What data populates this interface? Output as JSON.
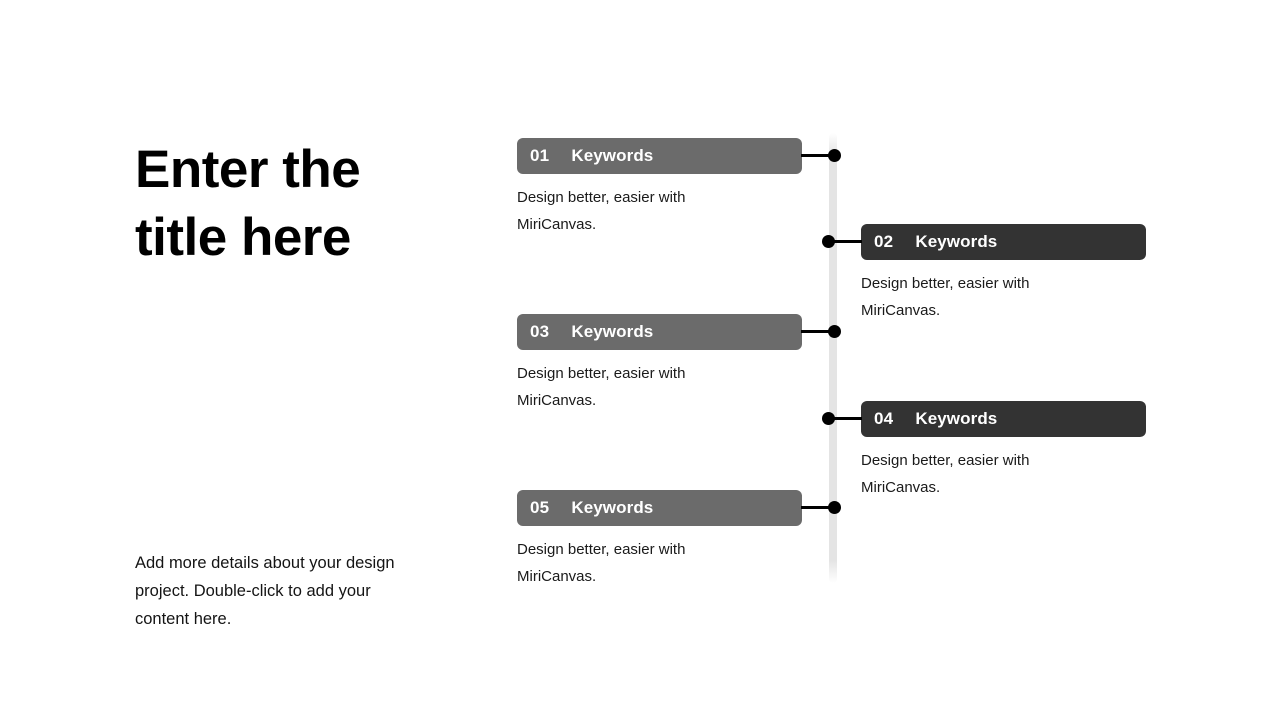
{
  "slide": {
    "title": "Enter the\ntitle here",
    "subtext": "Add more details about your design project. Double-click to add your content here."
  },
  "timeline": {
    "items": [
      {
        "number": "01",
        "label": "Keywords",
        "description": "Design better, easier with MiriCanvas.",
        "side": "left",
        "tone": "gray"
      },
      {
        "number": "02",
        "label": "Keywords",
        "description": "Design better, easier with MiriCanvas.",
        "side": "right",
        "tone": "dark"
      },
      {
        "number": "03",
        "label": "Keywords",
        "description": "Design better, easier with MiriCanvas.",
        "side": "left",
        "tone": "gray"
      },
      {
        "number": "04",
        "label": "Keywords",
        "description": "Design better, easier with MiriCanvas.",
        "side": "right",
        "tone": "dark"
      },
      {
        "number": "05",
        "label": "Keywords",
        "description": "Design better, easier with MiriCanvas.",
        "side": "left",
        "tone": "gray"
      }
    ]
  },
  "colors": {
    "background": "#ffffff",
    "bar_gray": "#6b6b6b",
    "bar_dark": "#333333",
    "spine": "#e4e4e4",
    "dot": "#000000",
    "text_primary": "#000000",
    "text_body": "#1a1a1a",
    "bar_text": "#ffffff"
  }
}
